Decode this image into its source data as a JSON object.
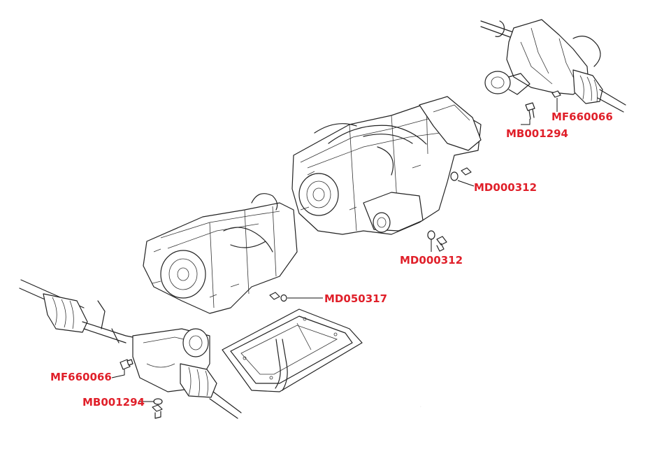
{
  "colors": {
    "label": "#e0202a",
    "line": "#222222",
    "background": "#ffffff"
  },
  "labels": {
    "rear_diff_filler": "MF660066",
    "rear_diff_drain": "MB001294",
    "transfer_filler": "MD000312",
    "transfer_drain": "MD000312",
    "trans_drain": "MD050317",
    "front_diff_filler": "MF660066",
    "front_diff_drain": "MB001294"
  }
}
